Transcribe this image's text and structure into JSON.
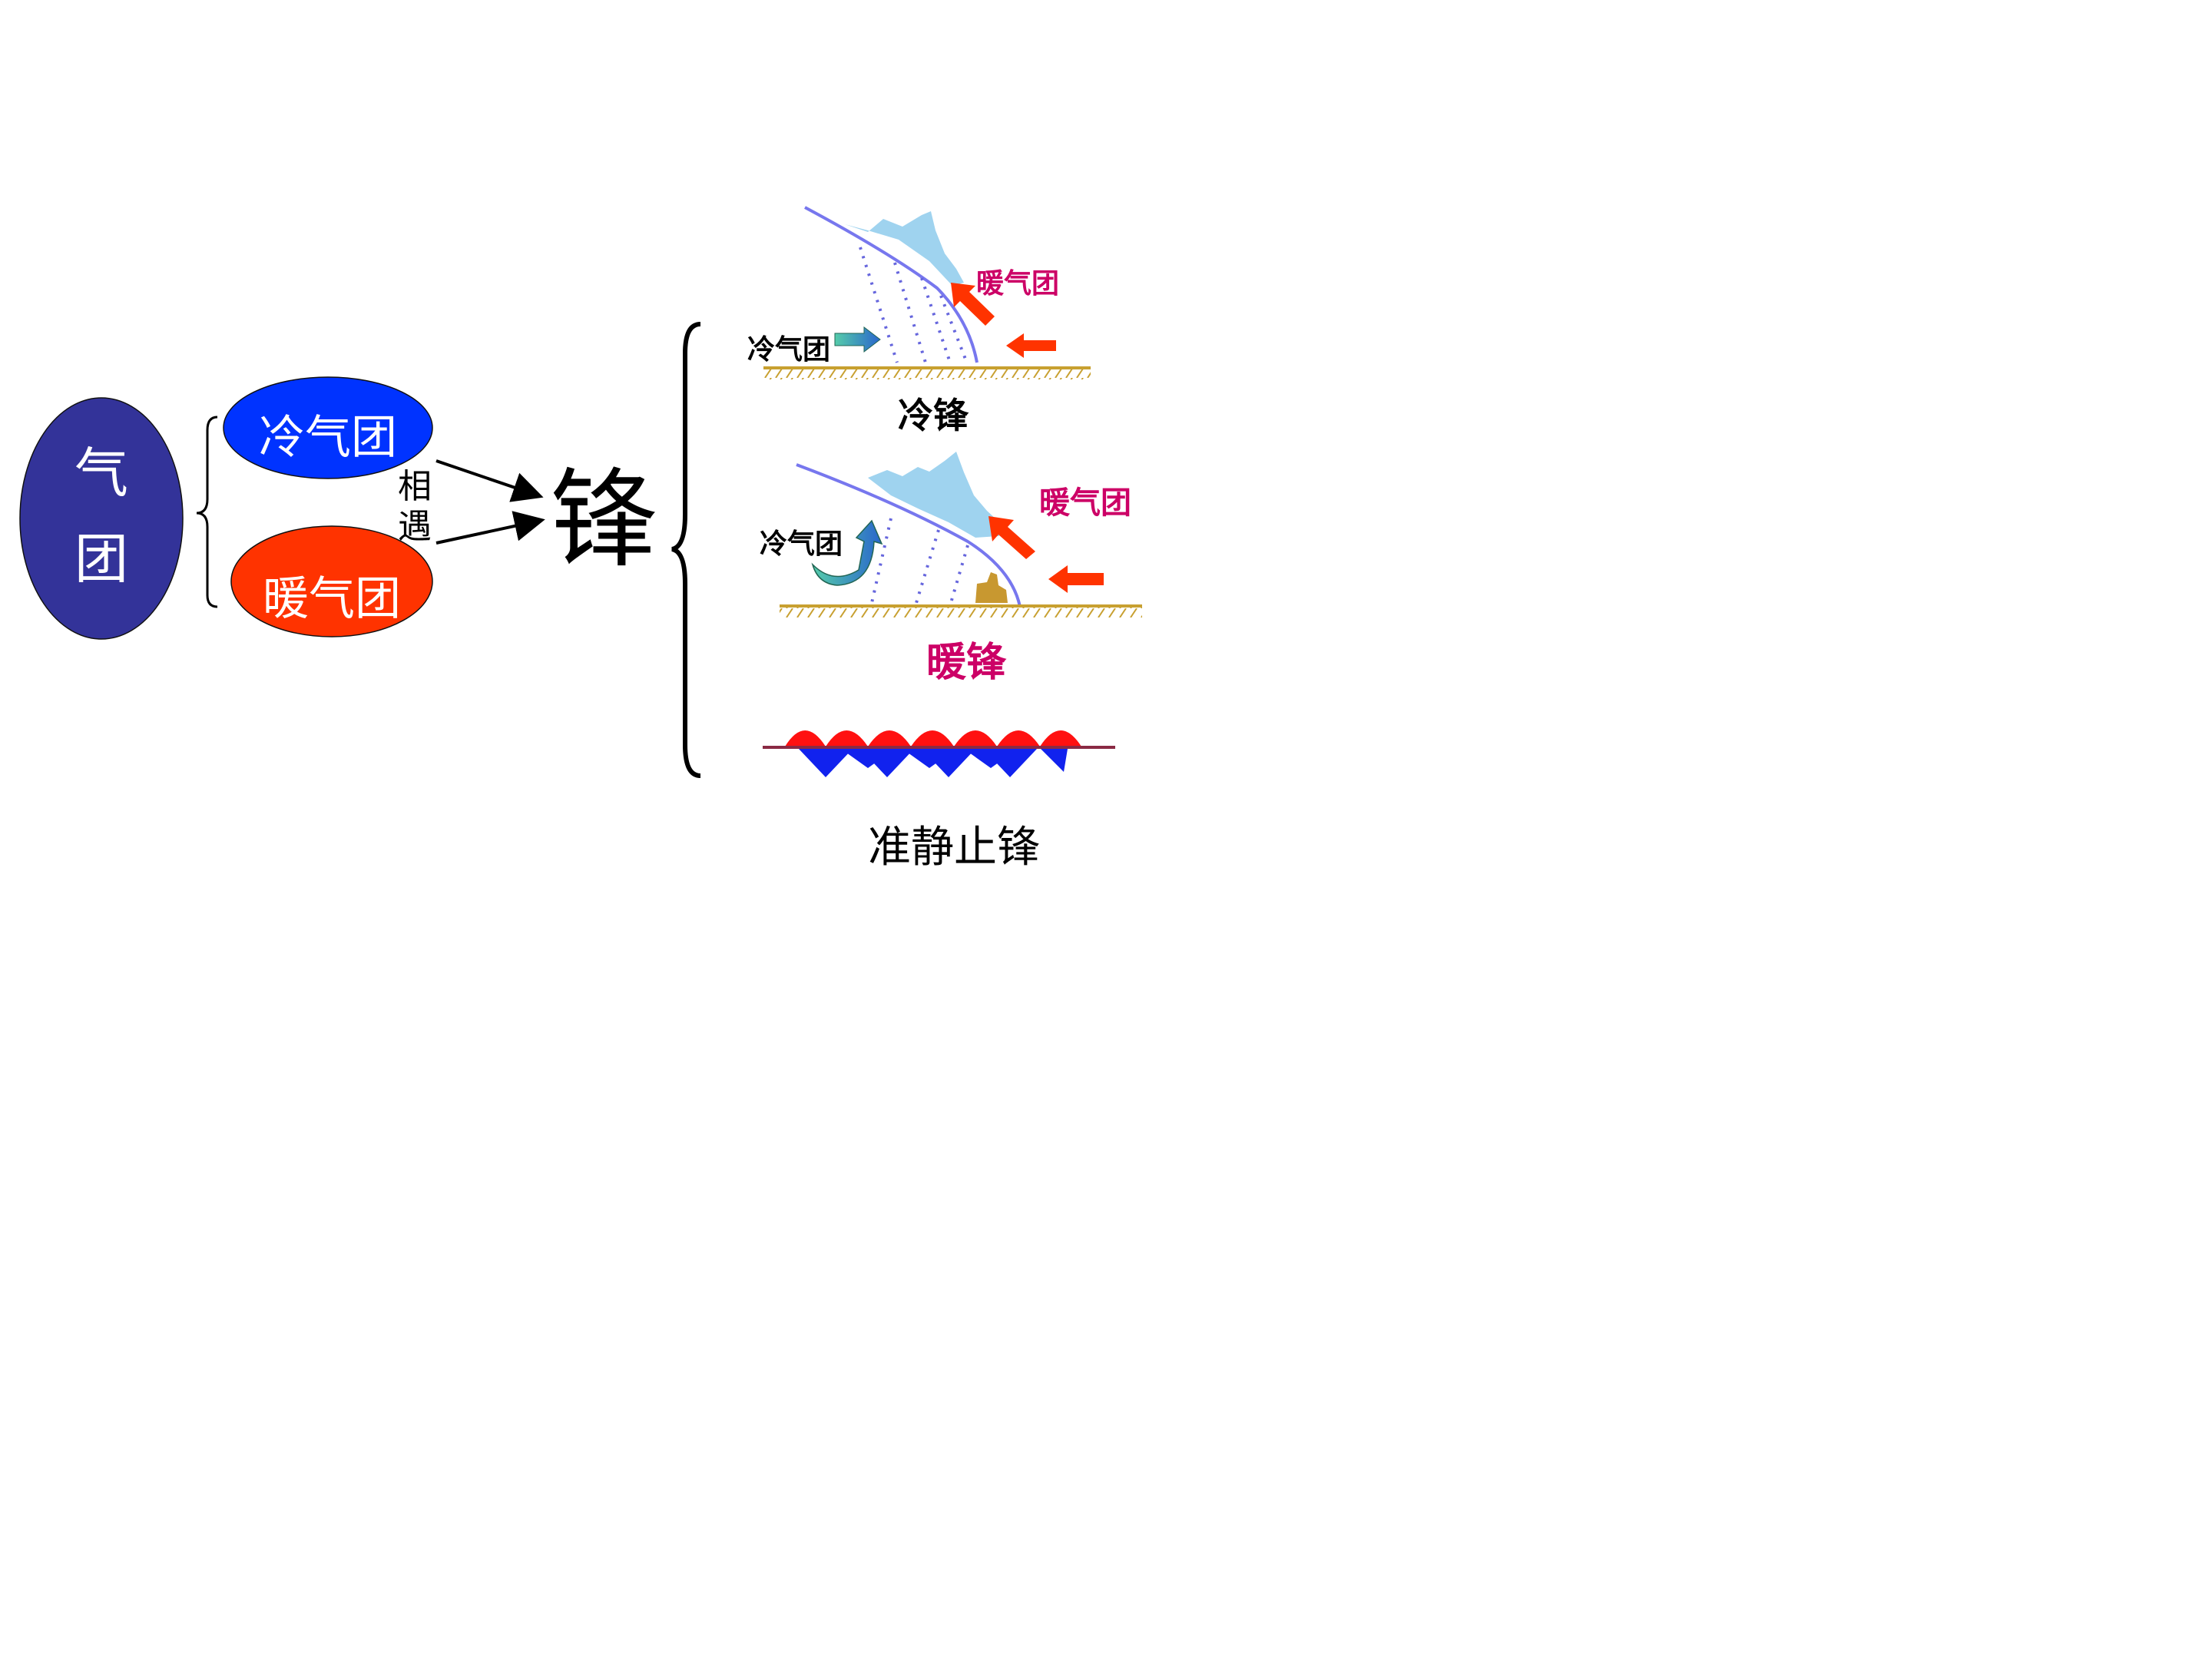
{
  "left": {
    "air_mass": "气团",
    "air_mass_line1": "气",
    "air_mass_line2": "团",
    "cold_air_mass": "冷气团",
    "warm_air_mass": "暖气团",
    "meet_line1": "相",
    "meet_line2": "遇"
  },
  "center": {
    "front": "锋"
  },
  "right": {
    "cold_front": {
      "warm_label": "暖气团",
      "cold_label": "冷气团",
      "title": "冷锋"
    },
    "warm_front": {
      "warm_label": "暖气团",
      "cold_label": "冷气团",
      "title": "暖锋"
    },
    "stationary_front": {
      "title": "准静止锋"
    }
  },
  "colors": {
    "air_mass_ellipse": "#333399",
    "cold_ellipse": "#0033ff",
    "warm_ellipse": "#ff3300",
    "warm_label": "#cc0066",
    "front_line": "#7777ee",
    "cloud": "#9fd3ef",
    "ground": "#c8a030",
    "arrow_red": "#ff3300",
    "arrow_teal": "#2ab0a0"
  }
}
